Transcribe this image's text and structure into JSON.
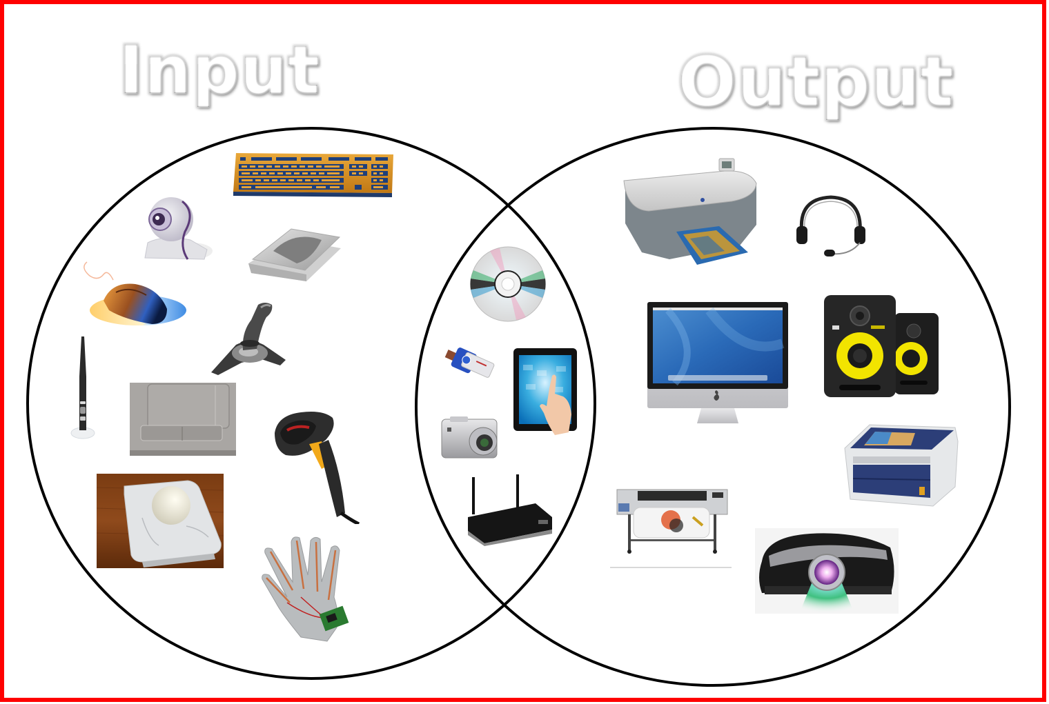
{
  "diagram": {
    "type": "venn",
    "border_color": "#ff0000",
    "circle_stroke_color": "#000000",
    "sets": [
      {
        "id": "input",
        "title": "Input",
        "devices": [
          {
            "name": "Keyboard"
          },
          {
            "name": "Webcam"
          },
          {
            "name": "Flatbed Scanner"
          },
          {
            "name": "Mouse"
          },
          {
            "name": "Joystick"
          },
          {
            "name": "Digital Pen"
          },
          {
            "name": "Touchpad"
          },
          {
            "name": "Barcode Scanner"
          },
          {
            "name": "Trackball"
          },
          {
            "name": "Data Glove"
          }
        ]
      },
      {
        "id": "output",
        "title": "Output",
        "devices": [
          {
            "name": "All-in-One Printer"
          },
          {
            "name": "Headset"
          },
          {
            "name": "Monitor"
          },
          {
            "name": "Speakers"
          },
          {
            "name": "Laser Printer"
          },
          {
            "name": "Plotter"
          },
          {
            "name": "Projector"
          }
        ]
      }
    ],
    "intersection": {
      "id": "input-output",
      "devices": [
        {
          "name": "CD / DVD"
        },
        {
          "name": "USB Flash Drive"
        },
        {
          "name": "Touchscreen Tablet"
        },
        {
          "name": "Digital Camera"
        },
        {
          "name": "Wireless Router"
        }
      ]
    }
  }
}
